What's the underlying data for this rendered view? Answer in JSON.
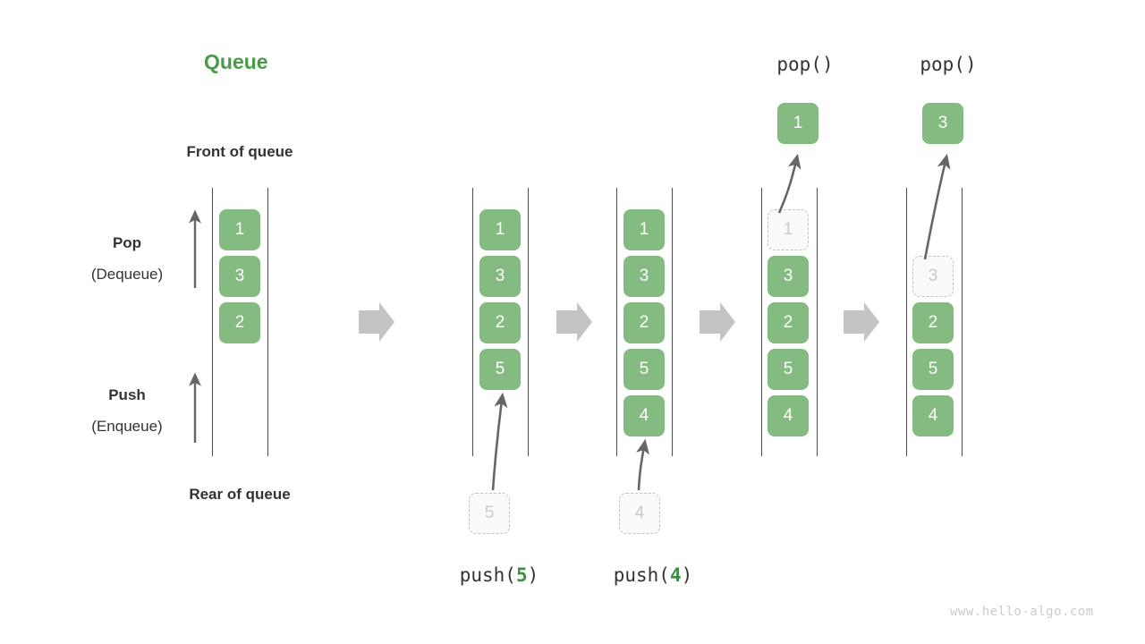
{
  "diagram": {
    "title": "Queue",
    "title_color": "#4a9a48",
    "cell_color": "#84bb81",
    "ghost_color": "#fafafa",
    "arrow_color": "#c4c4c4",
    "watermark": "www.hello-algo.com",
    "labels": {
      "front_of_queue": "Front of queue",
      "rear_of_queue": "Rear of queue",
      "pop": "Pop",
      "dequeue": "(Dequeue)",
      "push": "Push",
      "enqueue": "(Enqueue)"
    },
    "operations": {
      "pop_call": "pop()",
      "push_call_prefix": "push(",
      "push_call_suffix": ")",
      "push_arg_1": "5",
      "push_arg_2": "4"
    },
    "columns": [
      {
        "id": "initial",
        "caption": "",
        "cells": [
          "1",
          "3",
          "2"
        ],
        "ghost_rows": [],
        "empty_rows": []
      },
      {
        "id": "after-push-5",
        "caption": "push(5)",
        "cells": [
          "1",
          "3",
          "2",
          "5"
        ],
        "incoming": "5",
        "ghost_rows": [],
        "empty_rows": []
      },
      {
        "id": "after-push-4",
        "caption": "push(4)",
        "cells": [
          "1",
          "3",
          "2",
          "5",
          "4"
        ],
        "incoming": "4",
        "ghost_rows": [],
        "empty_rows": []
      },
      {
        "id": "after-pop-1",
        "caption": "pop()",
        "cells": [
          "1",
          "3",
          "2",
          "5",
          "4"
        ],
        "popped": "1",
        "ghost_rows": [
          0
        ],
        "empty_rows": []
      },
      {
        "id": "after-pop-3",
        "caption": "pop()",
        "cells": [
          "",
          "3",
          "2",
          "5",
          "4"
        ],
        "popped": "3",
        "ghost_rows": [
          1
        ],
        "empty_rows": [
          0
        ]
      }
    ],
    "flow_arrows": 4
  }
}
